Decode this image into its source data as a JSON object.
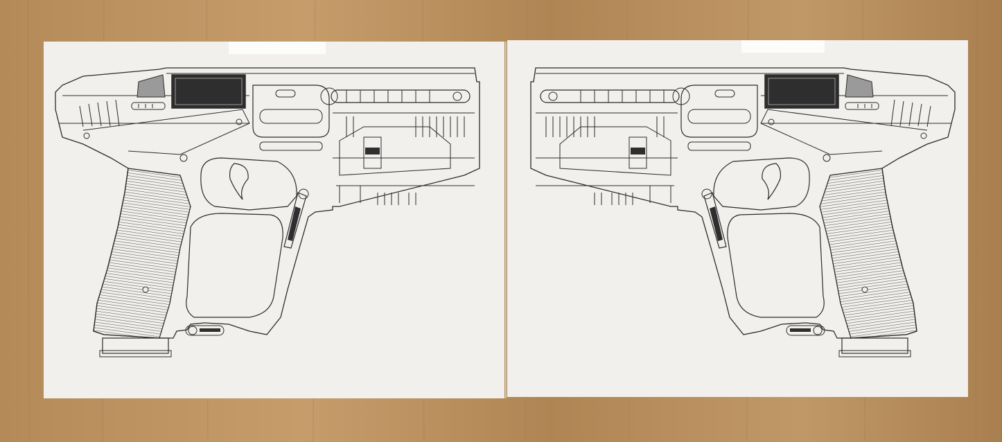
{
  "scene": {
    "description_label": "",
    "colors": {
      "wood_base": "#b48c5c",
      "wood_light": "#c7a06f",
      "wood_dark": "#8f6a40",
      "paper": "#f1f0ec",
      "ink": "#2a2a2a",
      "dark_panel": "#2e2e2e",
      "grip_line": "#3a3a3a"
    },
    "sheets": [
      {
        "name": "left-sheet",
        "orientation": "facing-left"
      },
      {
        "name": "right-sheet",
        "orientation": "facing-right"
      }
    ]
  }
}
